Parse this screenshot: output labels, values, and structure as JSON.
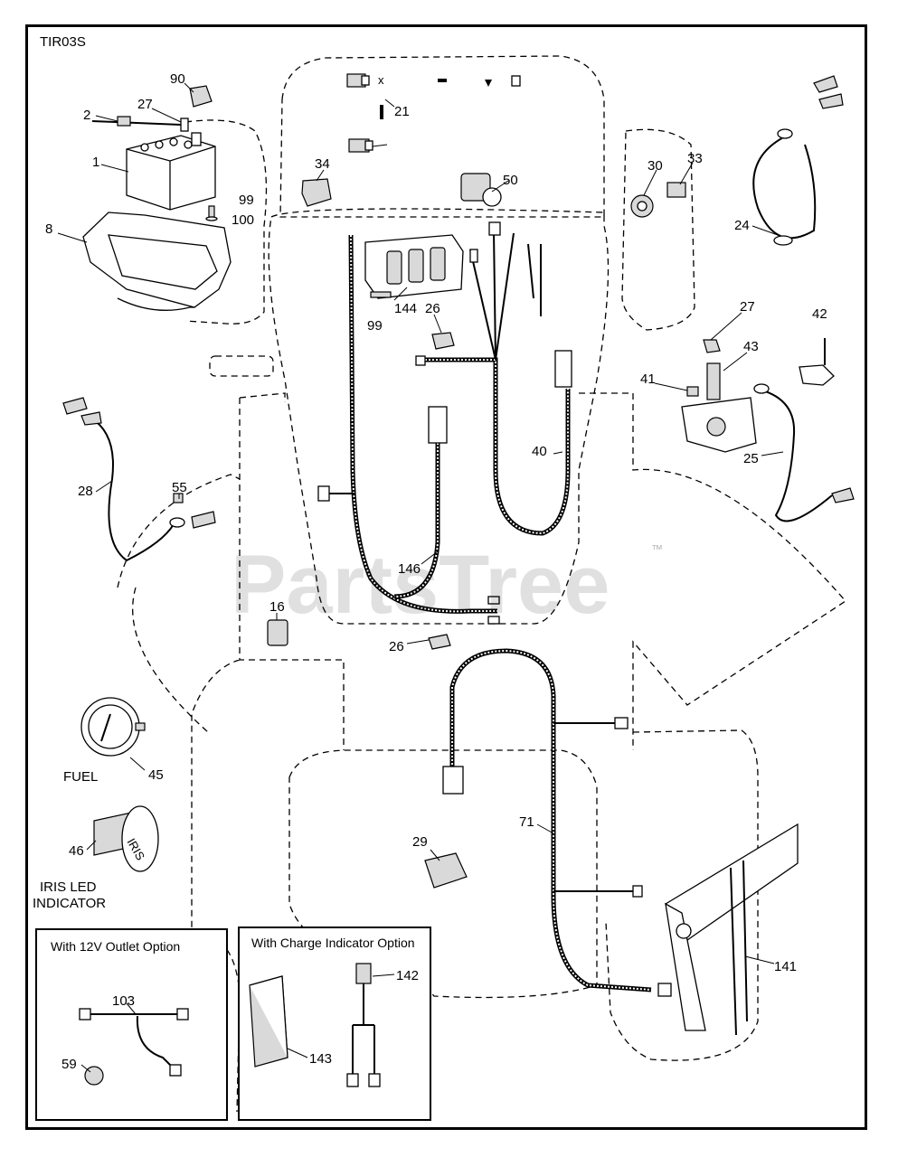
{
  "diagram_code": "TIR03S",
  "watermark": "PartsTree",
  "watermark_tm": "™",
  "callouts": {
    "p90": "90",
    "p2": "2",
    "p27a": "27",
    "p1": "1",
    "p99a": "99",
    "p100": "100",
    "p8": "8",
    "p21": "21",
    "p34": "34",
    "p50": "50",
    "p30": "30",
    "p33": "33",
    "p24": "24",
    "p144": "144",
    "p99b": "99",
    "p26a": "26",
    "p27b": "27",
    "p42": "42",
    "p43": "43",
    "p41": "41",
    "p40": "40",
    "p25": "25",
    "p28": "28",
    "p55": "55",
    "p146": "146",
    "p16": "16",
    "p26b": "26",
    "p45": "45",
    "p46": "46",
    "p29": "29",
    "p71": "71",
    "p141": "141",
    "p103": "103",
    "p59": "59",
    "p142": "142",
    "p143": "143"
  },
  "labels": {
    "fuel": "FUEL",
    "iris_line1": "IRIS LED",
    "iris_line2": "INDICATOR",
    "iris_face": "IRIS"
  },
  "option_boxes": {
    "outlet_title": "With 12V Outlet Option",
    "charge_title": "With Charge Indicator Option"
  }
}
